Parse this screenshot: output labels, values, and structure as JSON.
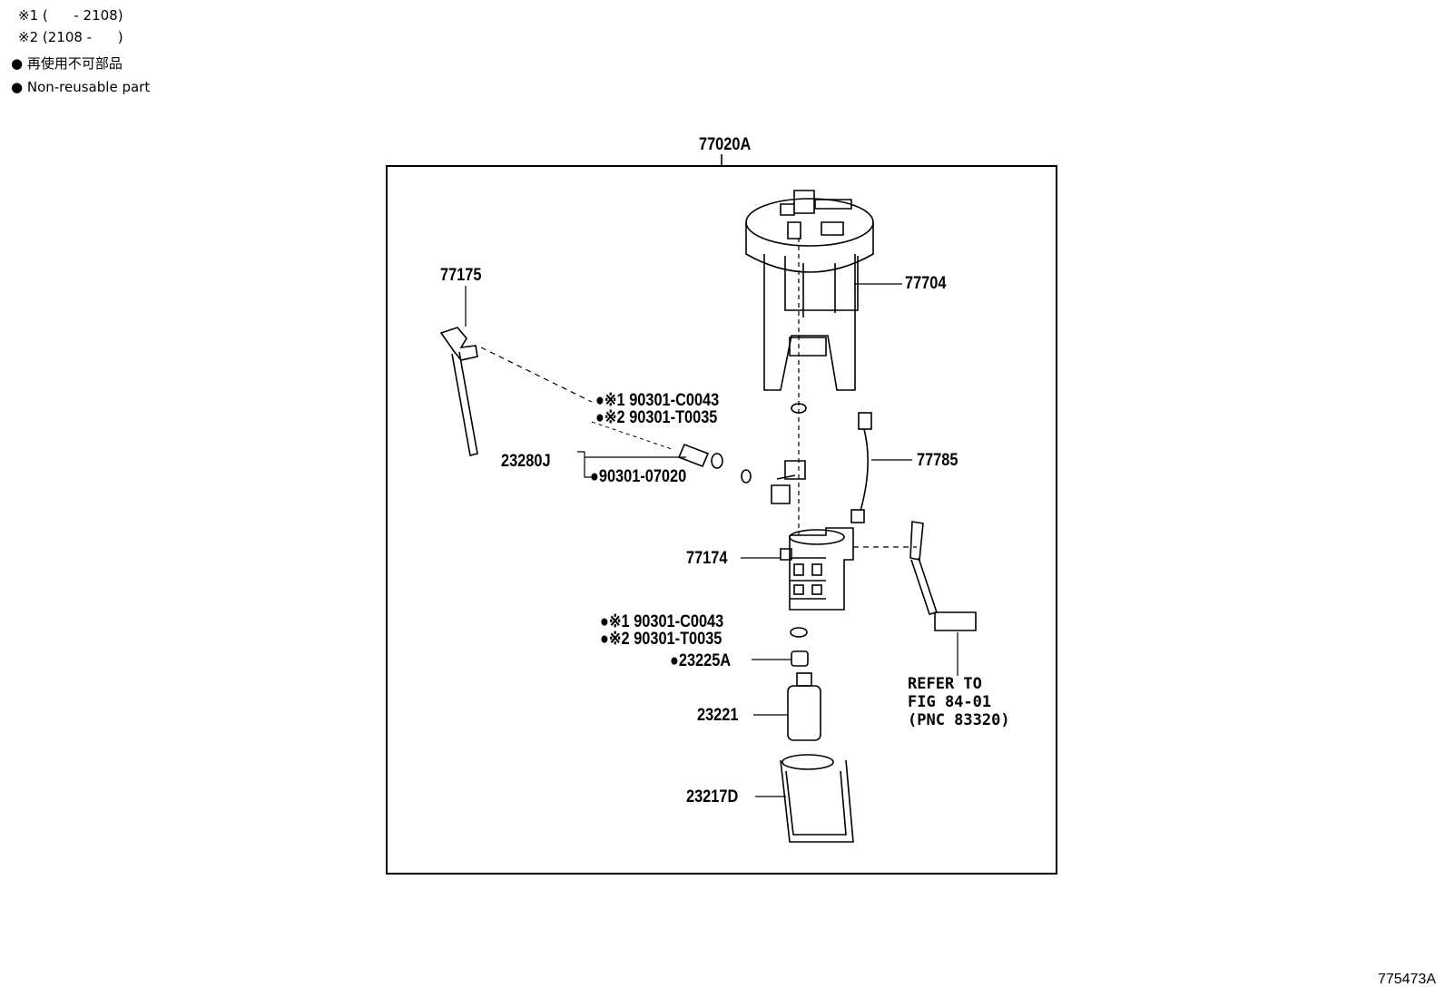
{
  "legend": {
    "note1": "※1 (      - 2108)",
    "note2": "※2 (2108 -      )",
    "nonreusable_ja": "● 再使用不可部品",
    "nonreusable_en": "● Non-reusable part"
  },
  "parts": {
    "assembly": "77020A",
    "sender_gauge": "77175",
    "tank_plate": "77704",
    "oring_top_1": "●※1 90301-C0043",
    "oring_top_2": "●※2 90301-T0035",
    "regulator": "23280J",
    "oring_reg": "●90301-07020",
    "wire_harness": "77785",
    "filter_case": "77174",
    "oring_bot_1": "●※1 90301-C0043",
    "oring_bot_2": "●※2 90301-T0035",
    "cushion": "●23225A",
    "pump": "23221",
    "strainer": "23217D"
  },
  "reference": {
    "line1": "REFER TO",
    "line2": "FIG 84-01",
    "line3": "(PNC 83320)"
  },
  "figure_id": "775473A"
}
